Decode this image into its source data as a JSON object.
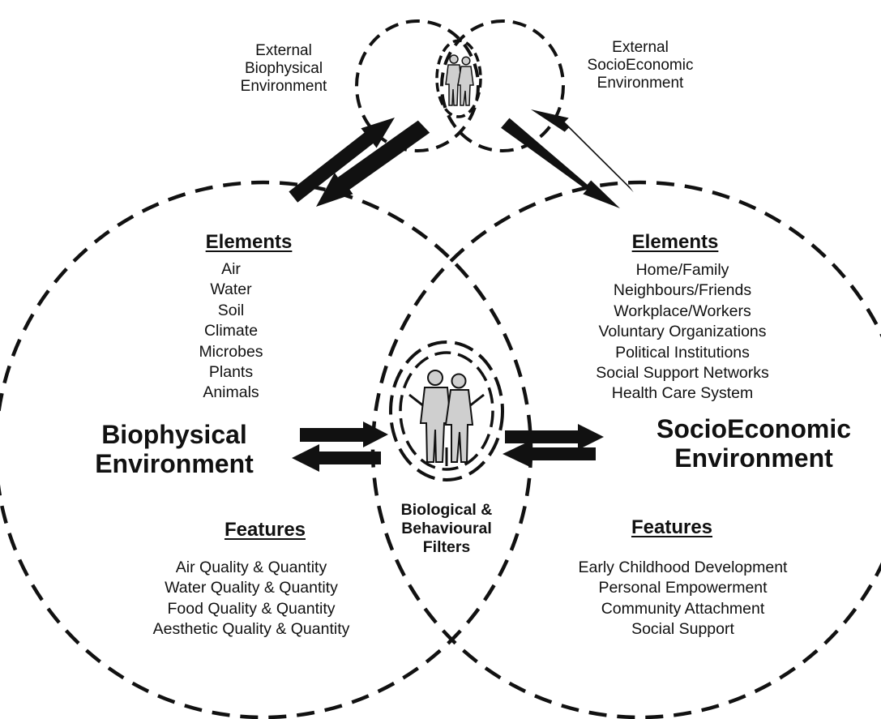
{
  "external_biophysical": [
    "External",
    "Biophysical",
    "Environment"
  ],
  "external_socioeconomic": [
    "External",
    "SocioEconomic",
    "Environment"
  ],
  "left": {
    "elements_heading": "Elements",
    "elements": [
      "Air",
      "Water",
      "Soil",
      "Climate",
      "Microbes",
      "Plants",
      "Animals"
    ],
    "title": [
      "Biophysical",
      "Environment"
    ],
    "features_heading": "Features",
    "features": [
      "Air Quality & Quantity",
      "Water Quality & Quantity",
      "Food Quality & Quantity",
      "Aesthetic Quality & Quantity"
    ]
  },
  "right": {
    "elements_heading": "Elements",
    "elements": [
      "Home/Family",
      "Neighbours/Friends",
      "Workplace/Workers",
      "Voluntary Organizations",
      "Political Institutions",
      "Social Support Networks",
      "Health Care System"
    ],
    "title": [
      "SocioEconomic",
      "Environment"
    ],
    "features_heading": "Features",
    "features": [
      "Early Childhood Development",
      "Personal Empowerment",
      "Community Attachment",
      "Social Support"
    ]
  },
  "center_filter": [
    "Biological &",
    "Behavioural",
    "Filters"
  ],
  "colors": {
    "ink": "#111111",
    "background": "#ffffff",
    "figure_fill": "#cfcfcf"
  }
}
